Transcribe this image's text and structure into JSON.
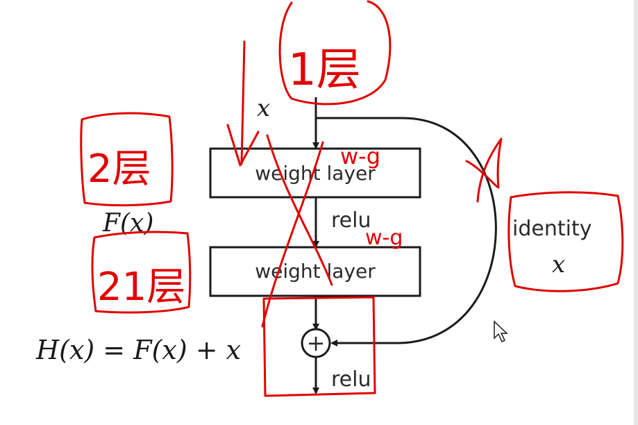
{
  "diagram": {
    "input_label": "x",
    "layer1_label": "weight layer",
    "relu1_label": "relu",
    "layer2_label": "weight layer",
    "relu2_label": "relu",
    "f_label": "F(x)",
    "h_equation": "H(x) = F(x) + x",
    "identity_label": "identity",
    "identity_x": "x",
    "plus_symbol": "+"
  },
  "annotations": {
    "top_note": "1层",
    "left_note_top": "2层",
    "left_note_bottom": "21层",
    "w_note_top": "w-g",
    "w_note_mid": "w-g",
    "x_mark": "X"
  },
  "colors": {
    "ink": "#1a1a1a",
    "annotation_red": "#e00000",
    "identity_text": "#b22222"
  }
}
